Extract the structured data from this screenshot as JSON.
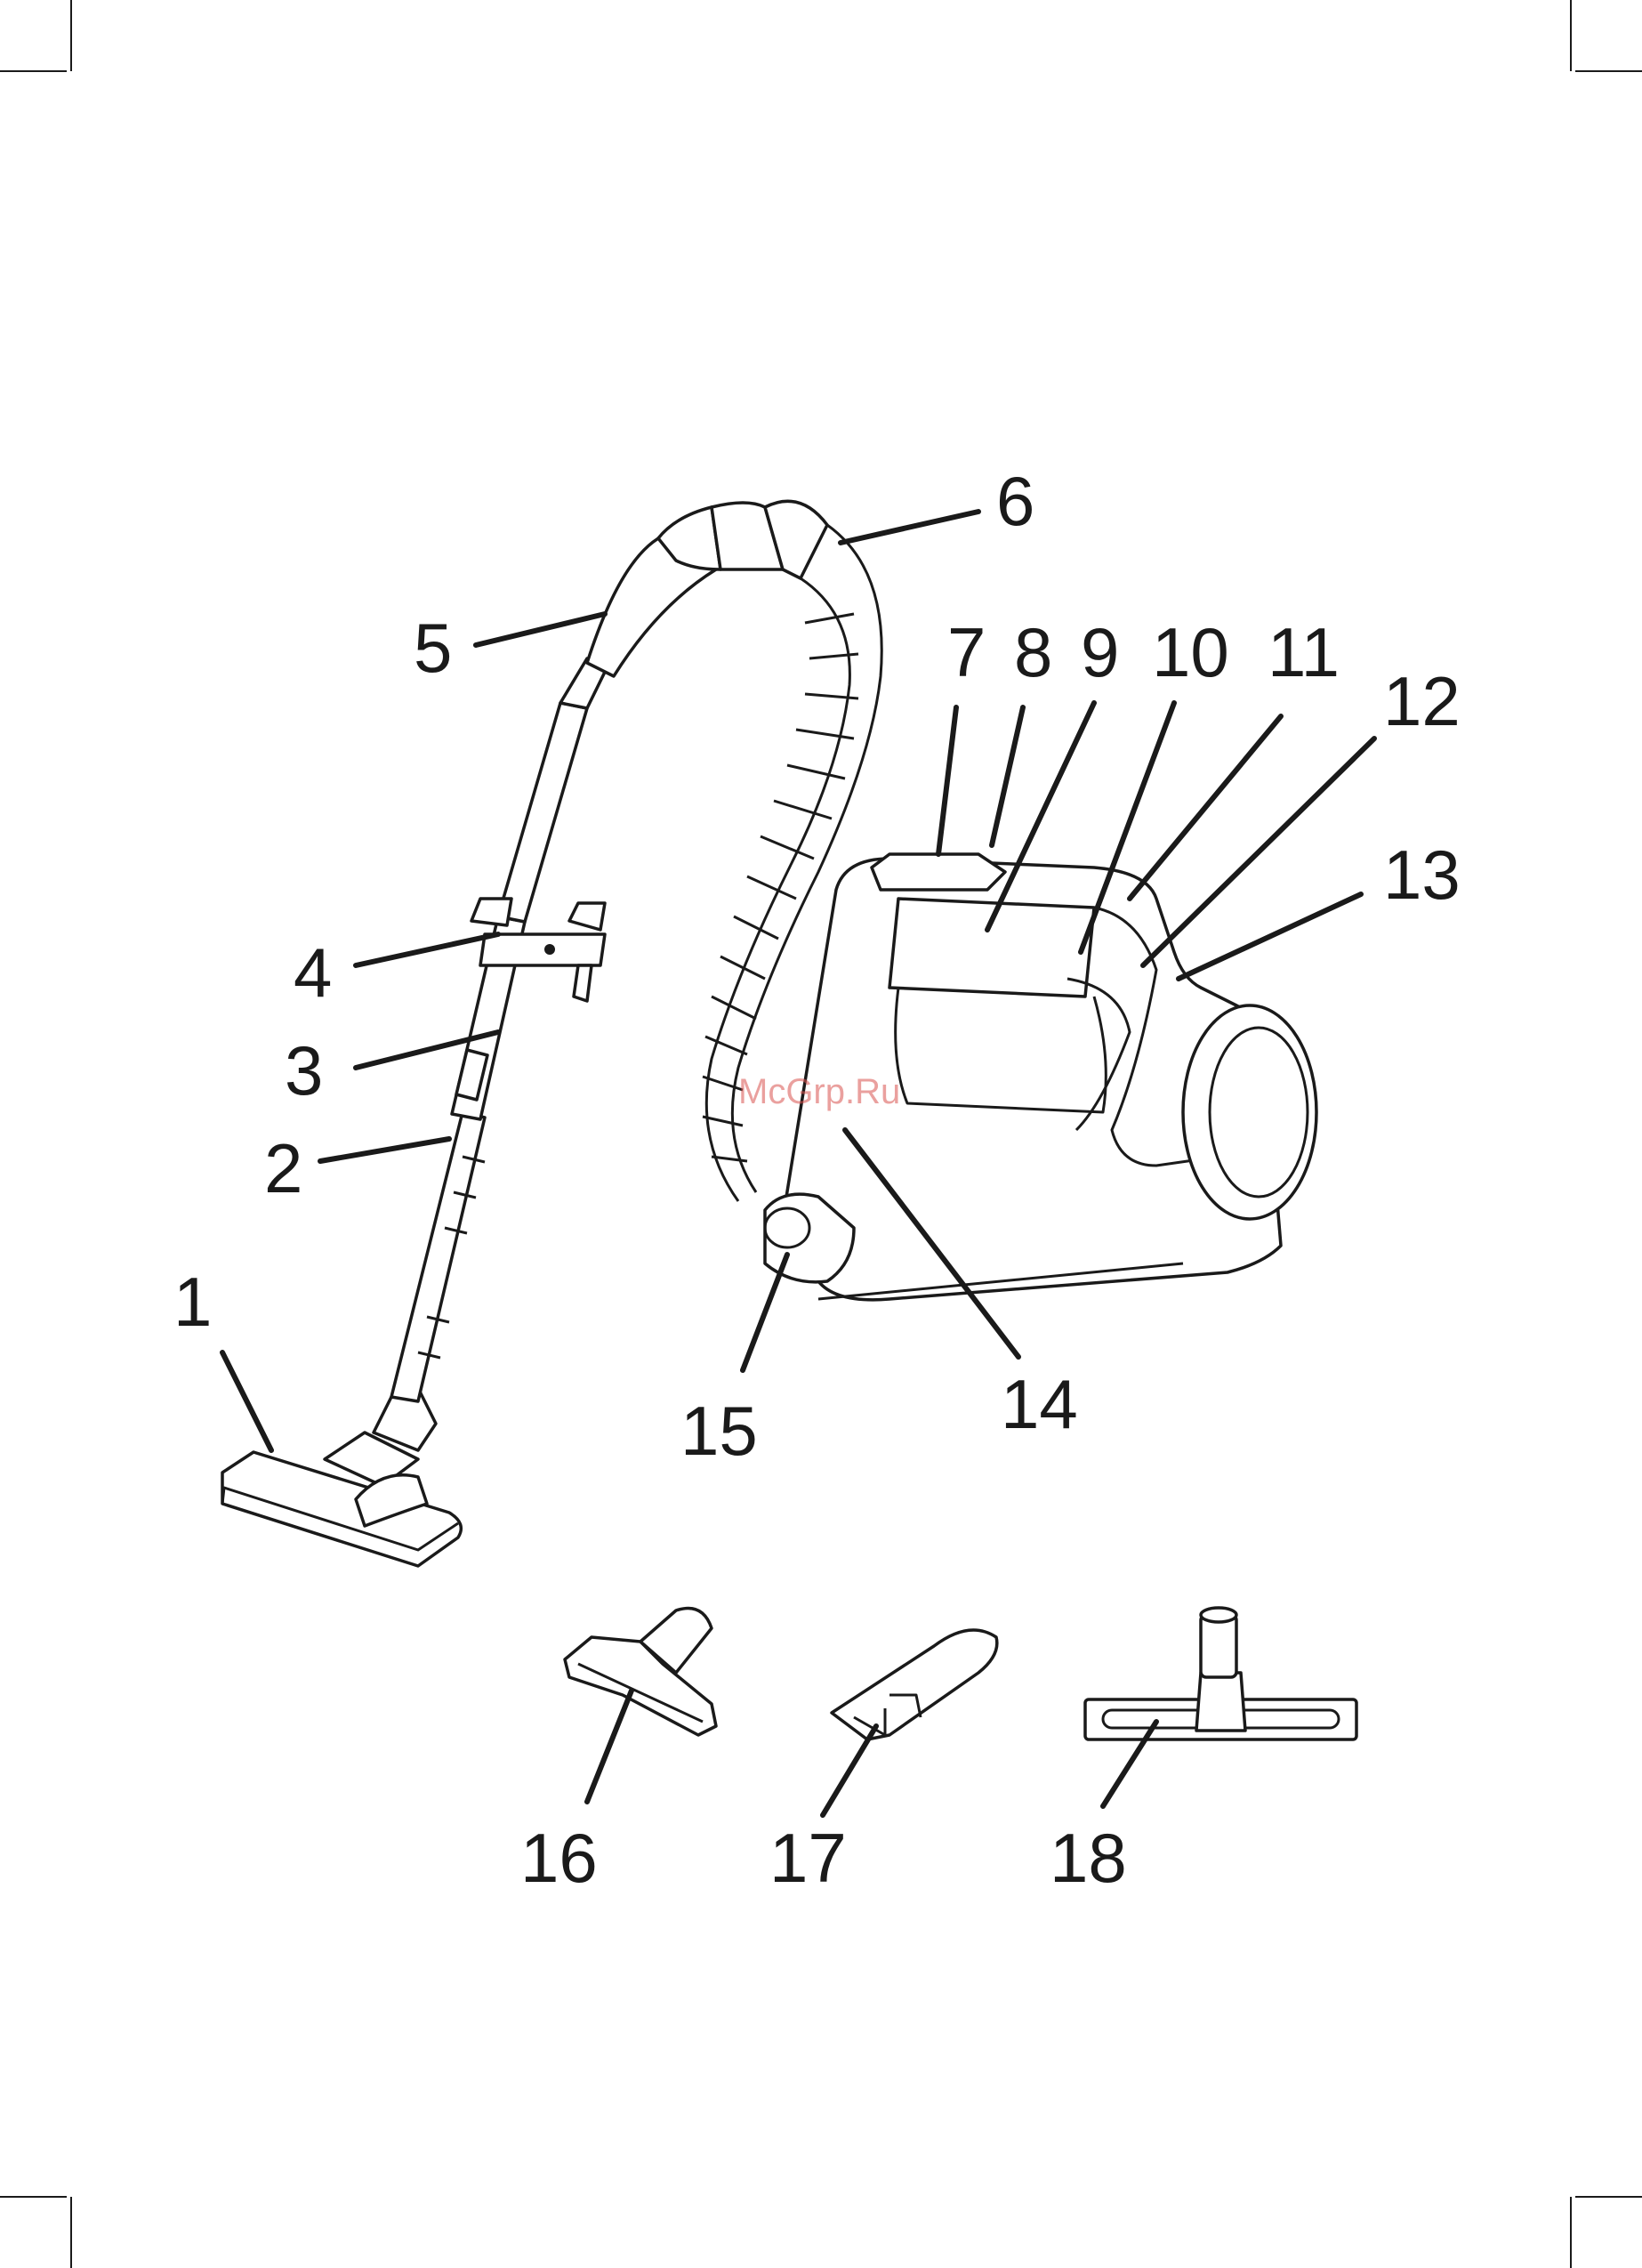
{
  "watermark": "McGrp.Ru",
  "callouts": [
    {
      "id": 1,
      "text": "1"
    },
    {
      "id": 2,
      "text": "2"
    },
    {
      "id": 3,
      "text": "3"
    },
    {
      "id": 4,
      "text": "4"
    },
    {
      "id": 5,
      "text": "5"
    },
    {
      "id": 6,
      "text": "6"
    },
    {
      "id": 7,
      "text": "7"
    },
    {
      "id": 8,
      "text": "8"
    },
    {
      "id": 9,
      "text": "9"
    },
    {
      "id": 10,
      "text": "10"
    },
    {
      "id": 11,
      "text": "11"
    },
    {
      "id": 12,
      "text": "12"
    },
    {
      "id": 13,
      "text": "13"
    },
    {
      "id": 14,
      "text": "14"
    },
    {
      "id": 15,
      "text": "15"
    },
    {
      "id": 16,
      "text": "16"
    },
    {
      "id": 17,
      "text": "17"
    },
    {
      "id": 18,
      "text": "18"
    }
  ]
}
